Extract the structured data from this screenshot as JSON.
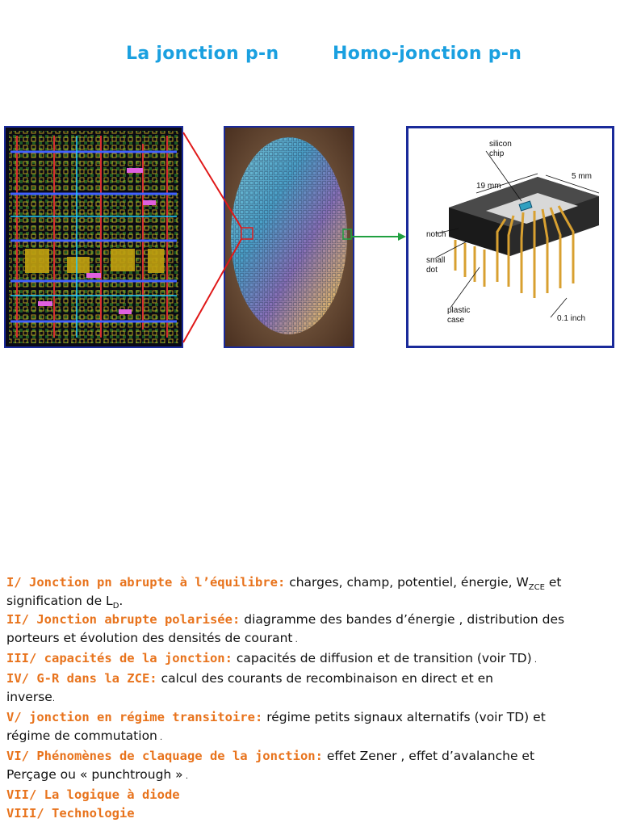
{
  "header": {
    "title_left": "La jonction p-n",
    "title_right": "Homo-jonction p-n"
  },
  "figure": {
    "chip_labels": {
      "silicon": "silicon",
      "chip": "chip",
      "dim_19": "19 mm",
      "dim_5": "5 mm",
      "notch": "notch",
      "small": "small",
      "dot": "dot",
      "plastic": "plastic",
      "case": "case",
      "dim_01": "0.1 inch"
    }
  },
  "outline": {
    "s1": {
      "heading": "I/ Jonction pn abrupte à l’équilibre:",
      "text_a": " charges, champ, potentiel, énergie, W",
      "sub_a": "ZCE",
      "text_b": " et",
      "text_c": "signification de L",
      "sub_b": "D",
      "text_d": "."
    },
    "s2": {
      "heading": "II/ Jonction abrupte polarisée:",
      "text_a": " diagramme des bandes d’énergie , distribution des",
      "text_b": "porteurs et évolution des densités de courant",
      "end": " ."
    },
    "s3": {
      "heading": "III/ capacités de la jonction:",
      "text": " capacités de diffusion et de transition (voir TD)",
      "end": " ."
    },
    "s4": {
      "heading": "IV/ G-R dans la ZCE:",
      "text_a": "  calcul des courants de recombinaison en direct et en",
      "text_b": "inverse",
      "end": "."
    },
    "s5": {
      "heading": "V/ jonction en régime transitoire:",
      "text_a": " régime petits signaux alternatifs (voir TD) et",
      "text_b": "régime de commutation",
      "end": " ."
    },
    "s6": {
      "heading": "VI/ Phénomènes de claquage de la jonction:",
      "text_a": " effet Zener , effet d’avalanche et",
      "text_b": "Perçage  ou « punchtrough »",
      "end": " ."
    },
    "s7": {
      "heading": "VII/ La logique à diode"
    },
    "s8": {
      "heading": "VIII/ Technologie"
    }
  }
}
